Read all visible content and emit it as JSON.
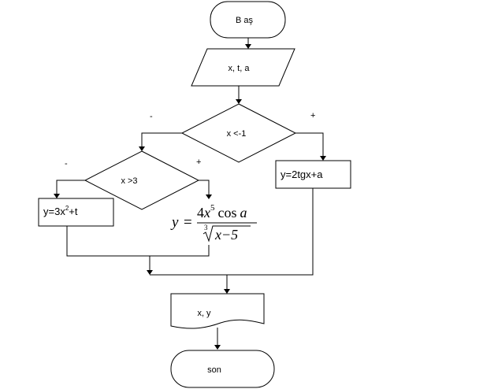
{
  "flowchart": {
    "start": {
      "label": "B aş"
    },
    "input": {
      "label": "x, t, a"
    },
    "decision_main": {
      "label": "x <-1",
      "branch_no": "-",
      "branch_yes": "+"
    },
    "process_right": {
      "label": "y=2tgx+a"
    },
    "decision_inner": {
      "label": "x >3",
      "branch_no": "-",
      "branch_yes": "+"
    },
    "process_left": {
      "label_prefix": "y=3x",
      "label_exp": "2",
      "label_suffix": "+t"
    },
    "formula": {
      "lhs": "y",
      "equals": "=",
      "num_coef": "4",
      "num_var": "x",
      "num_exp": "5",
      "num_func": "cos",
      "num_arg": "a",
      "root_index": "3",
      "den_expr": "x−5"
    },
    "output": {
      "label": "x, y"
    },
    "end": {
      "label": "son"
    }
  }
}
